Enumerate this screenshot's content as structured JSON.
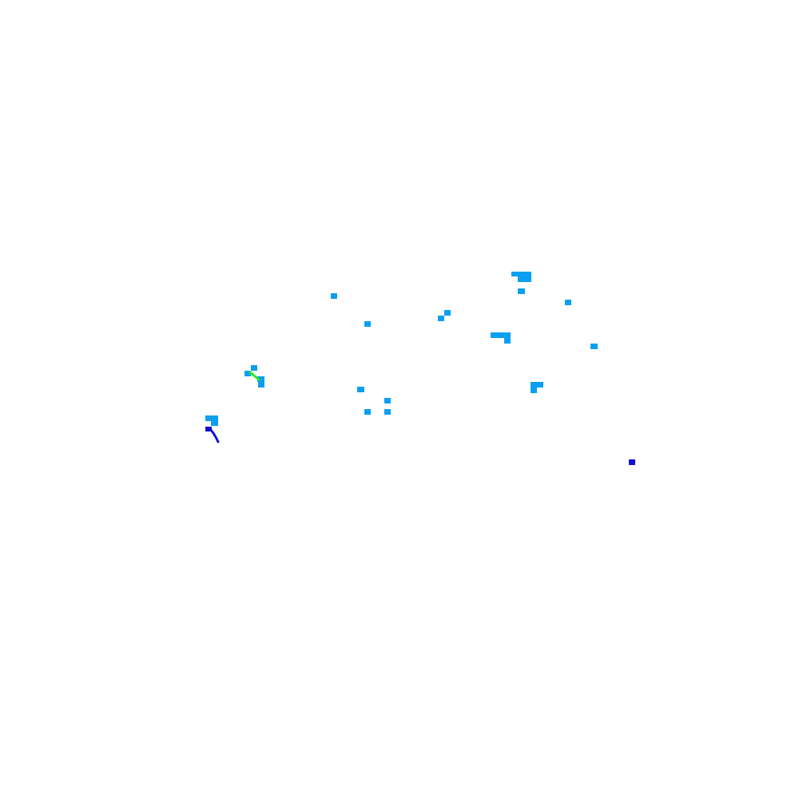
{
  "map": {
    "background_color": "#ffffff",
    "palette": {
      "cell": "#0a9ff0",
      "deep": "#1010d0",
      "highlight": "#22ee22"
    },
    "cells": [
      {
        "id": "cell-01"
      },
      {
        "id": "cell-02"
      },
      {
        "id": "cell-03"
      },
      {
        "id": "cell-04"
      },
      {
        "id": "cell-05"
      },
      {
        "id": "cell-06"
      },
      {
        "id": "cell-07"
      },
      {
        "id": "cell-08"
      },
      {
        "id": "cell-09"
      },
      {
        "id": "cell-10"
      },
      {
        "id": "cell-11"
      },
      {
        "id": "cell-12"
      },
      {
        "id": "cell-13"
      },
      {
        "id": "cell-14"
      },
      {
        "id": "cell-15"
      },
      {
        "id": "cell-16"
      },
      {
        "id": "cell-17"
      },
      {
        "id": "cell-18"
      }
    ]
  }
}
